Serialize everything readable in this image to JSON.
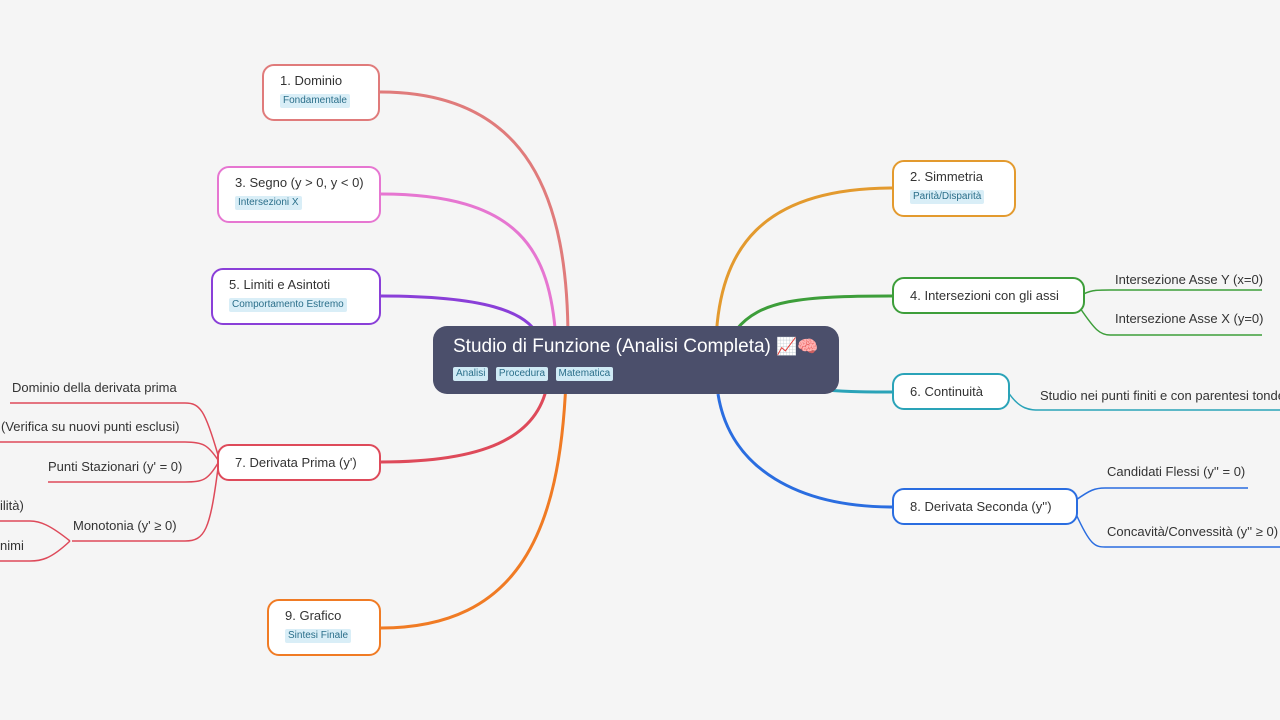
{
  "root": {
    "title": "Studio di Funzione (Analisi Completa)",
    "emoji": "📈🧠",
    "tags": [
      "Analisi",
      "Procedura",
      "Matematica"
    ]
  },
  "branches": {
    "dominio": {
      "label": "1. Dominio",
      "tag": "Fondamentale",
      "color": "#e07b7b"
    },
    "simmetria": {
      "label": "2. Simmetria",
      "tag": "Parità/Disparità",
      "color": "#e39a2e"
    },
    "segno": {
      "label": "3. Segno (y > 0, y < 0)",
      "tag": "Intersezioni X",
      "color": "#e676d1"
    },
    "intersezioni": {
      "label": "4. Intersezioni con gli assi",
      "color": "#3d9e3a",
      "children": [
        "Intersezione Asse Y (x=0)",
        "Intersezione Asse X (y=0)"
      ]
    },
    "limiti": {
      "label": "5. Limiti e Asintoti",
      "tag": "Comportamento Estremo",
      "color": "#8a3fd8"
    },
    "continuita": {
      "label": "6. Continuità",
      "color": "#2aa3b8",
      "children": [
        "Studio nei punti finiti e con parentesi tonde"
      ]
    },
    "derivata_prima": {
      "label": "7. Derivata Prima (y')",
      "color": "#de4a5a",
      "children": [
        "Dominio della derivata prima",
        "(Verifica su nuovi punti esclusi)",
        "Punti Stazionari (y' = 0)",
        "Monotonia (y' ≥ 0)"
      ],
      "grandchildren": [
        "ilità)",
        "nimi"
      ]
    },
    "derivata_seconda": {
      "label": "8. Derivata Seconda (y'')",
      "color": "#2a6de0",
      "children": [
        "Candidati Flessi (y'' = 0)",
        "Concavità/Convessità (y'' ≥ 0)"
      ]
    },
    "grafico": {
      "label": "9. Grafico",
      "tag": "Sintesi Finale",
      "color": "#f07b24"
    }
  }
}
